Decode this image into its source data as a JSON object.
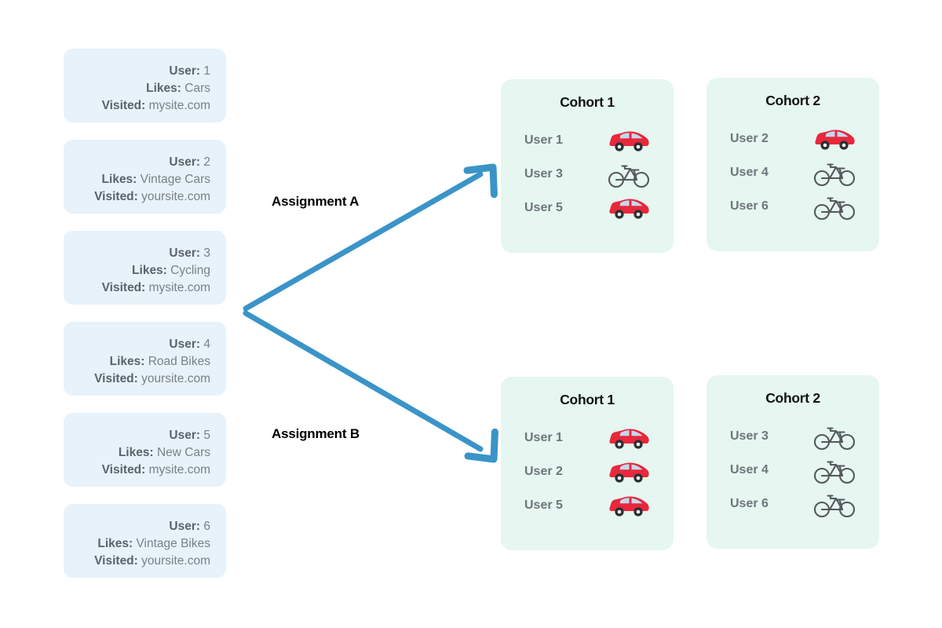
{
  "users": [
    {
      "label_user": "User:",
      "label_likes": "Likes:",
      "label_visited": "Visited:",
      "id": "1",
      "likes": "Cars",
      "visited": "mysite.com"
    },
    {
      "label_user": "User:",
      "label_likes": "Likes:",
      "label_visited": "Visited:",
      "id": "2",
      "likes": "Vintage Cars",
      "visited": "yoursite.com"
    },
    {
      "label_user": "User:",
      "label_likes": "Likes:",
      "label_visited": "Visited:",
      "id": "3",
      "likes": "Cycling",
      "visited": "mysite.com"
    },
    {
      "label_user": "User:",
      "label_likes": "Likes:",
      "label_visited": "Visited:",
      "id": "4",
      "likes": "Road Bikes",
      "visited": "yoursite.com"
    },
    {
      "label_user": "User:",
      "label_likes": "Likes:",
      "label_visited": "Visited:",
      "id": "5",
      "likes": "New Cars",
      "visited": "mysite.com"
    },
    {
      "label_user": "User:",
      "label_likes": "Likes:",
      "label_visited": "Visited:",
      "id": "6",
      "likes": "Vintage Bikes",
      "visited": "yoursite.com"
    }
  ],
  "assignments": [
    {
      "key": "a",
      "label": "Assignment A"
    },
    {
      "key": "b",
      "label": "Assignment B"
    }
  ],
  "cohorts": {
    "a1": {
      "title": "Cohort 1",
      "rows": [
        {
          "user": "User 1",
          "icon": "car-icon"
        },
        {
          "user": "User 3",
          "icon": "bicycle-icon"
        },
        {
          "user": "User 5",
          "icon": "car-icon"
        }
      ]
    },
    "a2": {
      "title": "Cohort 2",
      "rows": [
        {
          "user": "User 2",
          "icon": "car-icon"
        },
        {
          "user": "User 4",
          "icon": "bicycle-icon"
        },
        {
          "user": "User 6",
          "icon": "bicycle-icon"
        }
      ]
    },
    "b1": {
      "title": "Cohort 1",
      "rows": [
        {
          "user": "User 1",
          "icon": "car-icon"
        },
        {
          "user": "User 2",
          "icon": "car-icon"
        },
        {
          "user": "User 5",
          "icon": "car-icon"
        }
      ]
    },
    "b2": {
      "title": "Cohort 2",
      "rows": [
        {
          "user": "User 3",
          "icon": "bicycle-icon"
        },
        {
          "user": "User 4",
          "icon": "bicycle-icon"
        },
        {
          "user": "User 6",
          "icon": "bicycle-icon"
        }
      ]
    }
  },
  "colors": {
    "page_background": "#ffffff",
    "user_card_background": "#e7f2fa",
    "cohort_box_background": "#e6f6f0",
    "arrow": "#3a94c8",
    "card_label_text": "#5c636a",
    "card_value_text": "#7a8086",
    "cohort_user_text": "#6e757c",
    "title_text": "#111111",
    "car_body": "#e8283c",
    "car_window": "#c3d9ee",
    "bicycle_stroke": "#55595c"
  }
}
